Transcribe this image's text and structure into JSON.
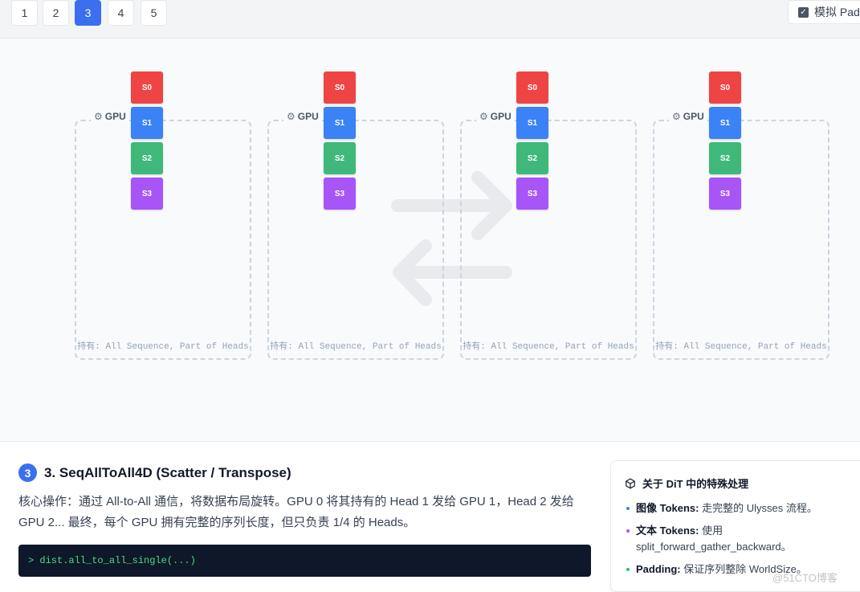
{
  "pagination": {
    "pages": [
      "1",
      "2",
      "3",
      "4",
      "5"
    ],
    "active": "3"
  },
  "padding_toggle": {
    "label": "模拟 Pad",
    "checked": true
  },
  "gpus": [
    {
      "label": "GPU",
      "holding": "持有: All Sequence, Part of Heads"
    },
    {
      "label": "GPU",
      "holding": "持有: All Sequence, Part of Heads"
    },
    {
      "label": "GPU",
      "holding": "持有: All Sequence, Part of Heads"
    },
    {
      "label": "GPU",
      "holding": "持有: All Sequence, Part of Heads"
    }
  ],
  "sequence_blocks": [
    {
      "label": "S0",
      "color": "#ef4444"
    },
    {
      "label": "S1",
      "color": "#3b82f6"
    },
    {
      "label": "S2",
      "color": "#3fb87a"
    },
    {
      "label": "S3",
      "color": "#a855f7"
    }
  ],
  "step": {
    "number": "3",
    "title": "3. SeqAllToAll4D (Scatter / Transpose)",
    "description": "核心操作：通过 All-to-All 通信，将数据布局旋转。GPU 0 将其持有的 Head 1 发给 GPU 1，Head 2 发给 GPU 2... 最终，每个 GPU 拥有完整的序列长度，但只负责 1/4 的 Heads。",
    "code": "> dist.all_to_all_single(...)"
  },
  "note": {
    "title": "关于 DiT 中的特殊处理",
    "items": [
      {
        "term": "图像 Tokens:",
        "text": " 走完整的 Ulysses 流程。",
        "color": "#3b82f6"
      },
      {
        "term": "文本 Tokens:",
        "text": " 使用 split_forward_gather_backward。",
        "color": "#a855f7"
      },
      {
        "term": "Padding:",
        "text": " 保证序列整除 WorldSize。",
        "color": "#22c55e"
      }
    ]
  },
  "watermark": "@51CTO博客",
  "colors": {
    "accent": "#3b6ff0"
  }
}
